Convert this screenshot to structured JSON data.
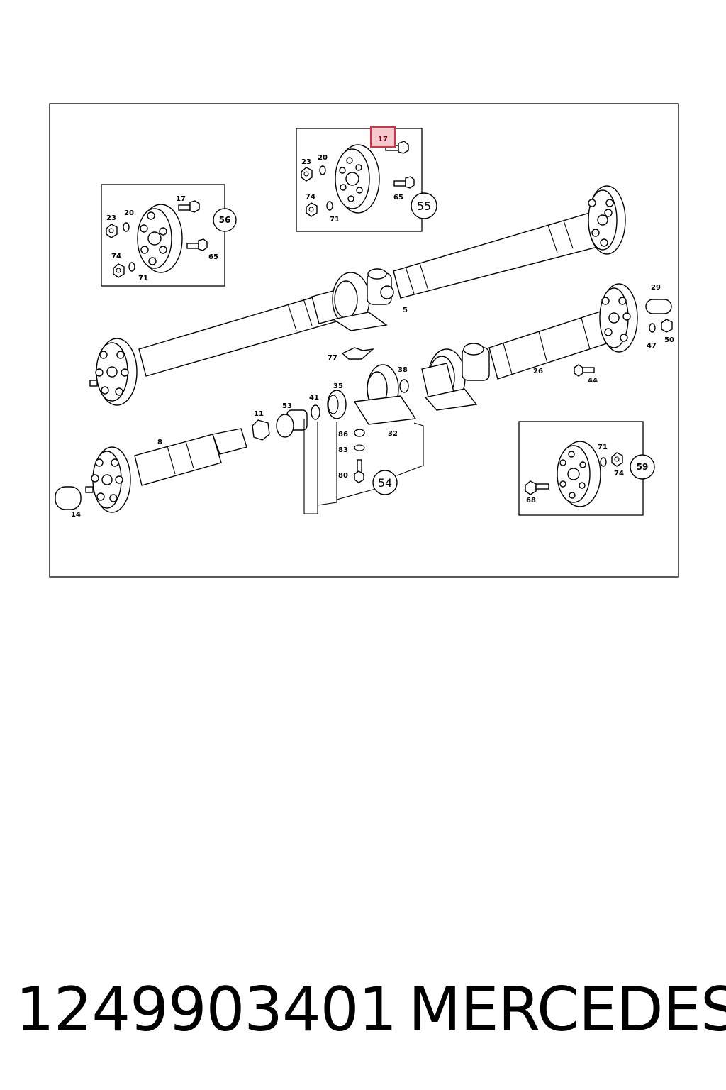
{
  "diagram": {
    "highlight": {
      "label": "17",
      "color": "#d9303d",
      "fill": "#f6c9cf"
    },
    "callouts": {
      "c55": "55",
      "c56": "56",
      "c59": "59",
      "c54": "54"
    },
    "labels": {
      "b55_23": "23",
      "b55_20": "20",
      "b55_74": "74",
      "b55_71": "71",
      "b55_65": "65",
      "b56_17": "17",
      "b56_23": "23",
      "b56_20": "20",
      "b56_74": "74",
      "b56_71": "71",
      "b56_65": "65",
      "b59_71": "71",
      "b59_74": "74",
      "b59_68": "68",
      "p5": "5",
      "p29": "29",
      "p47": "47",
      "p50": "50",
      "p26": "26",
      "p44": "44",
      "p77": "77",
      "p38": "38",
      "p35": "35",
      "p41": "41",
      "p53": "53",
      "p11": "11",
      "p8": "8",
      "p14": "14",
      "p32": "32",
      "p86": "86",
      "p83": "83",
      "p80": "80"
    }
  },
  "footer": {
    "part_number": "1249903401",
    "brand": "MERCEDES"
  }
}
